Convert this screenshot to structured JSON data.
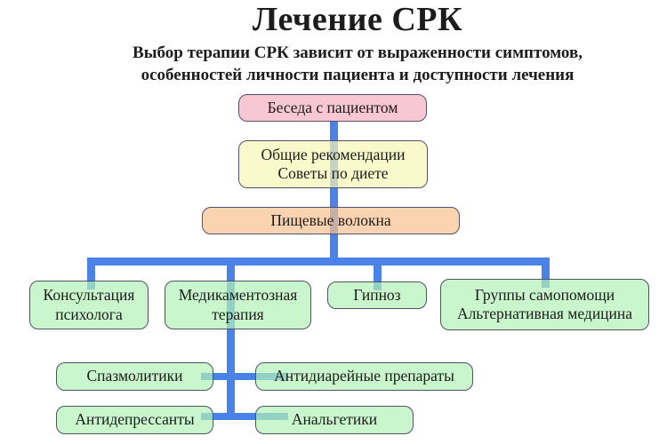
{
  "header": {
    "title": "Лечение СРК",
    "subtitle": "Выбор терапии СРК зависит от выраженности симптомов,\nособенностей личности пациента и доступности лечения"
  },
  "nodes": {
    "patient_talk": {
      "label": "Беседа с пациентом",
      "fill": "rgba(245,175,194,0.7)"
    },
    "general_recommendations": {
      "label": "Общие рекомендации\nСоветы по диете",
      "fill": "rgba(247,247,182,0.7)"
    },
    "dietary_fiber": {
      "label": "Пищевые волокна",
      "fill": "rgba(248,194,142,0.7)"
    },
    "psychologist": {
      "label": "Консультация\nпсихолога",
      "fill": "rgba(178,242,182,0.7)"
    },
    "drug_therapy": {
      "label": "Медикаментозная\nтерапия",
      "fill": "rgba(178,242,182,0.7)"
    },
    "hypnosis": {
      "label": "Гипноз",
      "fill": "rgba(178,242,182,0.7)"
    },
    "self_help": {
      "label": "Группы самопомощи\nАльтернативная медицина",
      "fill": "rgba(178,242,182,0.7)"
    },
    "spasmolytics": {
      "label": "Спазмолитики",
      "fill": "rgba(178,242,182,0.7)"
    },
    "antidiarrheals": {
      "label": "Антидиарейные препараты",
      "fill": "rgba(178,242,182,0.7)"
    },
    "antidepressants": {
      "label": "Антидепрессанты",
      "fill": "rgba(178,242,182,0.7)"
    },
    "analgesics": {
      "label": "Анальгетики",
      "fill": "rgba(178,242,182,0.7)"
    }
  },
  "colors": {
    "connector": "#4a82e8",
    "node_border": "#50506a",
    "pink_rendered": "#f9cdd9",
    "yellow_rendered": "#fafad2",
    "peach_rendered": "#fbd9b8",
    "green_rendered": "#cdf6d0",
    "text": "#1c1c1c",
    "background": "#ffffff"
  }
}
